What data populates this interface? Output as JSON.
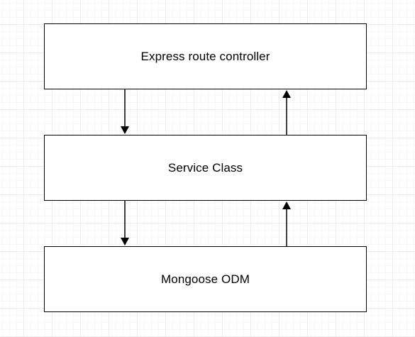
{
  "diagram": {
    "nodes": [
      {
        "id": "controller",
        "label": "Express route controller"
      },
      {
        "id": "service",
        "label": "Service Class"
      },
      {
        "id": "odm",
        "label": "Mongoose ODM"
      }
    ],
    "edges": [
      {
        "from": "controller",
        "to": "service",
        "direction": "down"
      },
      {
        "from": "service",
        "to": "controller",
        "direction": "up"
      },
      {
        "from": "service",
        "to": "odm",
        "direction": "down"
      },
      {
        "from": "odm",
        "to": "service",
        "direction": "up"
      }
    ],
    "colors": {
      "stroke": "#000000",
      "fill": "#ffffff",
      "grid": "#ececec"
    }
  }
}
